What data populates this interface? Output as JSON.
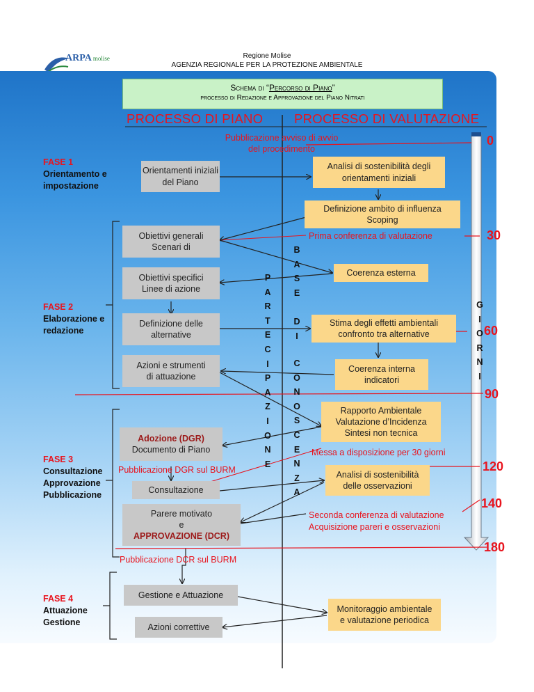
{
  "logo": {
    "brand": "ARPA",
    "sub": "molise"
  },
  "header": {
    "line1": "Regione Molise",
    "line2": "AGENZIA REGIONALE PER LA PROTEZIONE AMBIENTALE"
  },
  "title": {
    "prefix": "Schema di “",
    "highlight": "Percorso di Piano",
    "suffix": "”",
    "subtitle": "processo di Redazione e Approvazione del Piano Nitrati"
  },
  "columns": {
    "left": "PROCESSO DI PIANO",
    "right": "PROCESSO DI VALUTAZIONE"
  },
  "phases": [
    {
      "label": "FASE 1",
      "lines": [
        "Orientamento e",
        "impostazione"
      ]
    },
    {
      "label": "FASE 2",
      "lines": [
        "Elaborazione e",
        "redazione"
      ]
    },
    {
      "label": "FASE 3",
      "lines": [
        "Consultazione",
        "Approvazione",
        "Pubblicazione"
      ]
    },
    {
      "label": "FASE 4",
      "lines": [
        "Attuazione",
        "Gestione"
      ]
    }
  ],
  "plan_boxes": {
    "orientamenti": [
      "Orientamenti iniziali",
      "del Piano"
    ],
    "obiettivi_generali": [
      "Obiettivi generali",
      "Scenari di"
    ],
    "obiettivi_specifici": [
      "Obiettivi specifici",
      "Linee di azione"
    ],
    "definizione": [
      "Definizione delle",
      "alternative"
    ],
    "azioni": [
      "Azioni e strumenti",
      "di attuazione"
    ],
    "adozione": [
      "Adozione (DGR)",
      "Documento di Piano"
    ],
    "consultazione": "Consultazione",
    "parere": [
      "Parere motivato",
      "e",
      "APPROVAZIONE (DCR)"
    ],
    "gestione": "Gestione e Attuazione",
    "correttive": "Azioni correttive"
  },
  "eval_boxes": {
    "analisi": [
      "Analisi di sostenibilità degli",
      "orientamenti iniziali"
    ],
    "ambito": [
      "Definizione ambito di influenza",
      "Scoping"
    ],
    "coerenza_esterna": "Coerenza esterna",
    "stima": [
      "Stima degli effetti ambientali",
      "confronto tra alternative"
    ],
    "coerenza_interna": [
      "Coerenza interna",
      "indicatori"
    ],
    "rapporto": [
      "Rapporto Ambientale",
      "Valutazione d’Incidenza",
      "Sintesi non tecnica"
    ],
    "analisi_oss": [
      "Analisi di sostenibilità",
      "delle osservazioni"
    ],
    "monitoraggio": [
      "Monitoraggio ambientale",
      "e valutazione periodica"
    ]
  },
  "red_labels": {
    "avviso": [
      "Pubblicazione avviso di avvio",
      "del procedimento"
    ],
    "prima_conf": "Prima conferenza di valutazione",
    "messa": "Messa a disposizione per 30 giorni",
    "pub_dgr": "Pubblicazione DGR sul BURM",
    "seconda_conf": [
      "Seconda conferenza di valutazione",
      "Acquisizione pareri e osservazioni"
    ],
    "pub_dcr": "Pubblicazione DCR sul BURM"
  },
  "vertical_words": {
    "partecipazione": "PARTECIPAZIONE",
    "base": "BASE",
    "di": "DI",
    "conoscenza": "CONOSCENZA",
    "giorni": "GIORNI"
  },
  "days": [
    "0",
    "30",
    "60",
    "90",
    "120",
    "140",
    "180"
  ],
  "colors": {
    "red": "#e8141e",
    "grey_box": "#c8c8c8",
    "yellow_box": "#fbd78a",
    "title_box": "#c9f2c7",
    "panel_top": "#1f74c8"
  }
}
